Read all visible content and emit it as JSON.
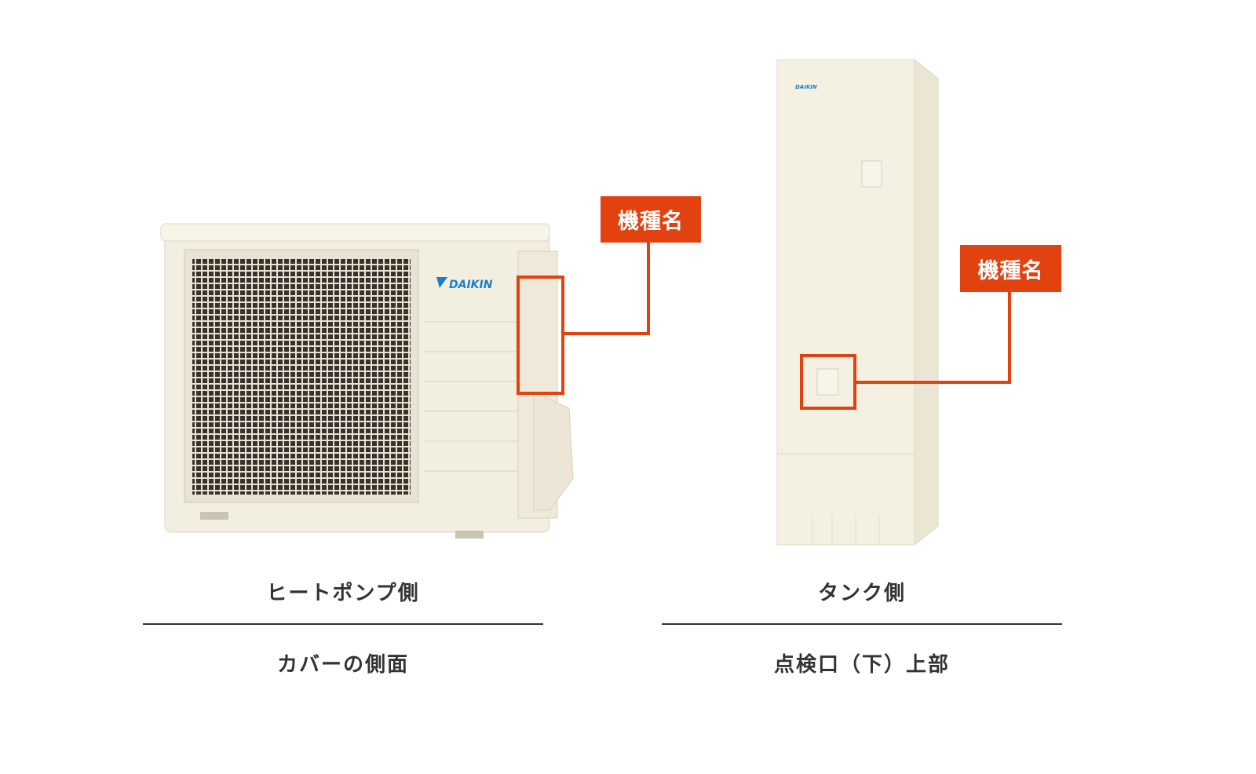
{
  "colors": {
    "accent": "#e2420f",
    "text": "#333333",
    "unit_body": "#f3efe0",
    "brand_blue": "#1a7fc8"
  },
  "heat_pump": {
    "brand": "DAIKIN",
    "callout": "機種名",
    "title": "ヒートポンプ側",
    "location": "カバーの側面"
  },
  "tank": {
    "brand": "DAIKIN",
    "callout": "機種名",
    "title": "タンク側",
    "location": "点検口（下）上部"
  }
}
